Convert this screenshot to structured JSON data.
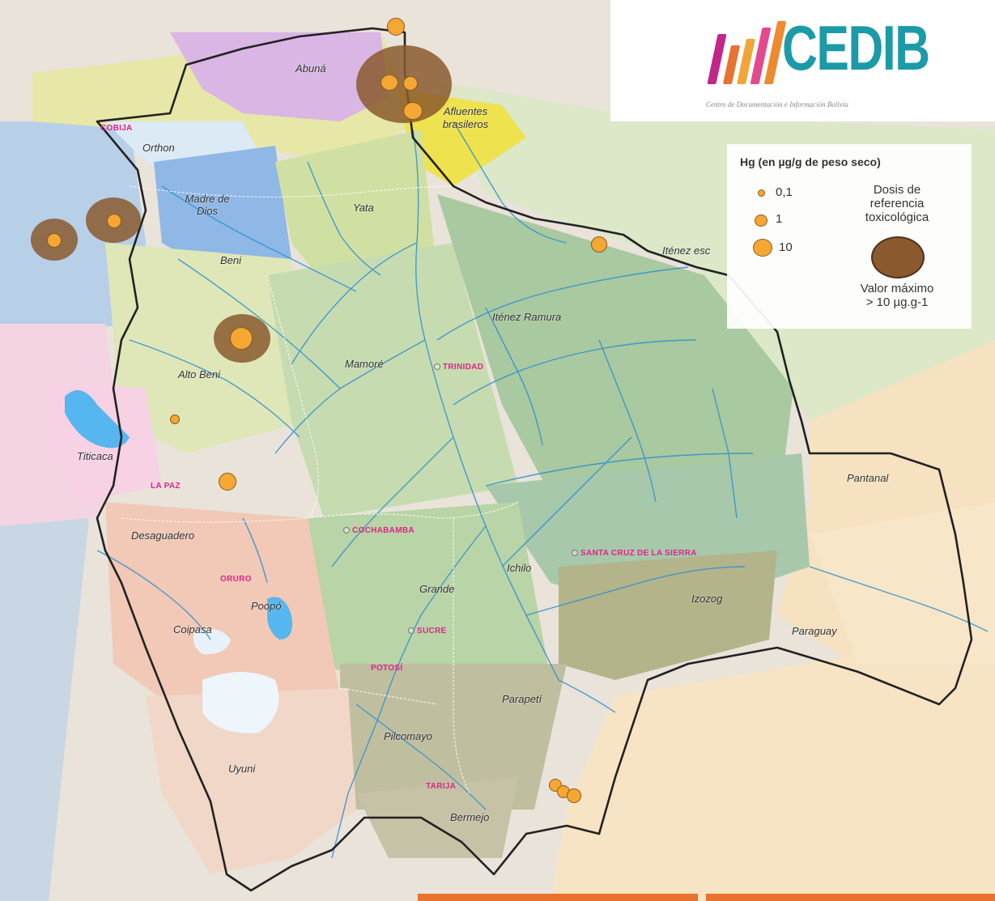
{
  "logo": {
    "name": "CEDIB",
    "tagline": "Centro de Documentación e Información Bolivia",
    "bar_colors": [
      "#c2268a",
      "#e8722f",
      "#f0a43a",
      "#e24a8d",
      "#ee8a2f"
    ]
  },
  "legend": {
    "title": "Hg (en µg/g de peso seco)",
    "scale": [
      {
        "value": "0,1",
        "size": "small"
      },
      {
        "value": "1",
        "size": "medium"
      },
      {
        "value": "10",
        "size": "large"
      }
    ],
    "dose_label": [
      "Dosis de",
      "referencia",
      "toxicológica"
    ],
    "max_label": [
      "Valor máximo",
      "> 10 µg.g-1"
    ]
  },
  "basins": [
    {
      "name": "Abuná"
    },
    {
      "name": "Afluentes brasileros"
    },
    {
      "name": "Orthon"
    },
    {
      "name": "Madre de Dios"
    },
    {
      "name": "Yata"
    },
    {
      "name": "Beni"
    },
    {
      "name": "Iténez esc"
    },
    {
      "name": "Iténez Ramura"
    },
    {
      "name": "Alto Beni"
    },
    {
      "name": "Mamoré"
    },
    {
      "name": "Titicaca"
    },
    {
      "name": "Desaguadero"
    },
    {
      "name": "Pantanal"
    },
    {
      "name": "Ichilo"
    },
    {
      "name": "Izozog"
    },
    {
      "name": "Grande"
    },
    {
      "name": "Poopó"
    },
    {
      "name": "Coipasa"
    },
    {
      "name": "Paraguay"
    },
    {
      "name": "Parapetí"
    },
    {
      "name": "Pilcomayo"
    },
    {
      "name": "Uyuni"
    },
    {
      "name": "Bermejo"
    }
  ],
  "cities": [
    {
      "name": "COBIJA"
    },
    {
      "name": "TRINIDAD"
    },
    {
      "name": "LA PAZ"
    },
    {
      "name": "COCHABAMBA"
    },
    {
      "name": "SANTA CRUZ DE LA SIERRA"
    },
    {
      "name": "ORURO"
    },
    {
      "name": "SUCRE"
    },
    {
      "name": "POTOSÍ"
    },
    {
      "name": "TARIJA"
    }
  ],
  "colors": {
    "marker_fill": "#f5a733",
    "marker_stroke": "#8a5a1d",
    "max_fill": "#8a5a2e",
    "river": "#2f8fd0",
    "border": "#222222",
    "city_label": "#e0258a"
  }
}
